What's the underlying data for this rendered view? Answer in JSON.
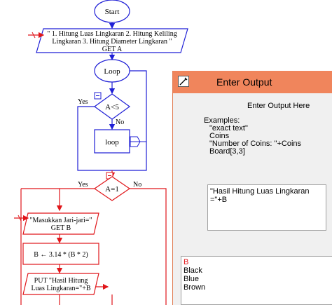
{
  "colors": {
    "blue": "#1f1fd6",
    "red": "#e0161a",
    "dialog_title_bg": "#f0855c",
    "dialog_bg": "#f0f0f0"
  },
  "flowchart": {
    "start_label": "Start",
    "input_block": {
      "line1": "\" 1. Hitung Luas Lingkaran 2. Hitung Keliling",
      "line2": "Lingkaran 3. Hitung Diameter Lingkaran \"",
      "line3": "GET A"
    },
    "loop_label": "Loop",
    "cond1": {
      "text": "A<5",
      "yes": "Yes",
      "no": "No"
    },
    "loop_box_label": "loop",
    "cond2": {
      "text": "A=1",
      "yes": "Yes",
      "no": "No"
    },
    "radius_input": {
      "line1": "\"Masukkan Jari-jari=\"",
      "line2": "GET B"
    },
    "assign": "B ← 3.14 * (B * 2)",
    "output": {
      "line1": "PUT \"Hasil Hitung",
      "line2": "Luas Lingkaran=\"+B"
    },
    "collapse_symbol": "−"
  },
  "dialog": {
    "title": "Enter Output",
    "header": "Enter Output Here",
    "examples_label": "Examples:",
    "examples": [
      "\"exact text\"",
      "Coins",
      "\"Number of Coins: \"+Coins",
      "Board[3,3]"
    ],
    "input_value": "\"Hasil Hitung Luas Lingkaran =\"+B",
    "suggestions": [
      "B",
      "Black",
      "Blue",
      "Brown"
    ]
  }
}
